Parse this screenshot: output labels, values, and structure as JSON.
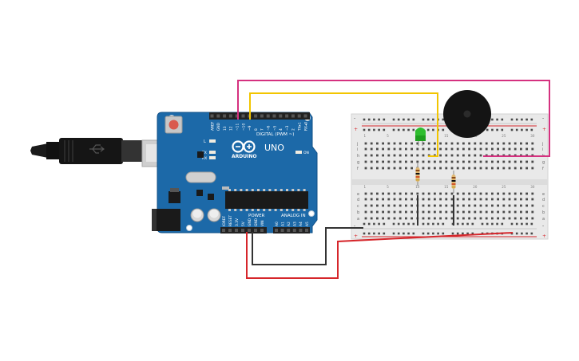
{
  "board": {
    "brand": "ARDUINO",
    "model": "UNO",
    "digital_label": "DIGITAL (PWM ~)",
    "power_label": "POWER",
    "analog_label": "ANALOG IN",
    "on_label": "ON",
    "l_label": "L",
    "tx_label": "TX",
    "rx_label": "RX",
    "digital_pins": [
      "AREF",
      "GND",
      "13",
      "12",
      "~11",
      "~10",
      "~9",
      "8",
      "7",
      "~6",
      "~5",
      "4",
      "~3",
      "2",
      "TX▸1",
      "RX◂0"
    ],
    "power_pins": [
      "IOREF",
      "RESET",
      "3.3V",
      "5V",
      "GND",
      "GND",
      "VIN"
    ],
    "analog_pins": [
      "A0",
      "A1",
      "A2",
      "A3",
      "A4",
      "A5"
    ]
  },
  "breadboard": {
    "row_letters_top": [
      "j",
      "i",
      "h",
      "g",
      "f"
    ],
    "row_letters_bottom": [
      "e",
      "d",
      "c",
      "b",
      "a"
    ],
    "column_numbers": [
      "1",
      "",
      "",
      "",
      "5",
      "",
      "",
      "",
      "",
      "10",
      "",
      "",
      "",
      "",
      "15",
      "",
      "",
      "",
      "",
      "20",
      "",
      "",
      "",
      "",
      "25",
      "",
      "",
      "",
      "",
      "30"
    ],
    "rail_minus": "-",
    "rail_plus": "+"
  },
  "colors": {
    "board_blue": "#1c69a8",
    "wire_yellow": "#f2c500",
    "wire_magenta": "#d5317f",
    "wire_black": "#333333",
    "wire_red": "#d6262b",
    "led_green": "#2ebd2e"
  },
  "icons": [
    "usb-cable-icon",
    "arduino-logo-icon",
    "reset-button-icon",
    "led-icon",
    "buzzer-icon",
    "resistor-icon"
  ]
}
